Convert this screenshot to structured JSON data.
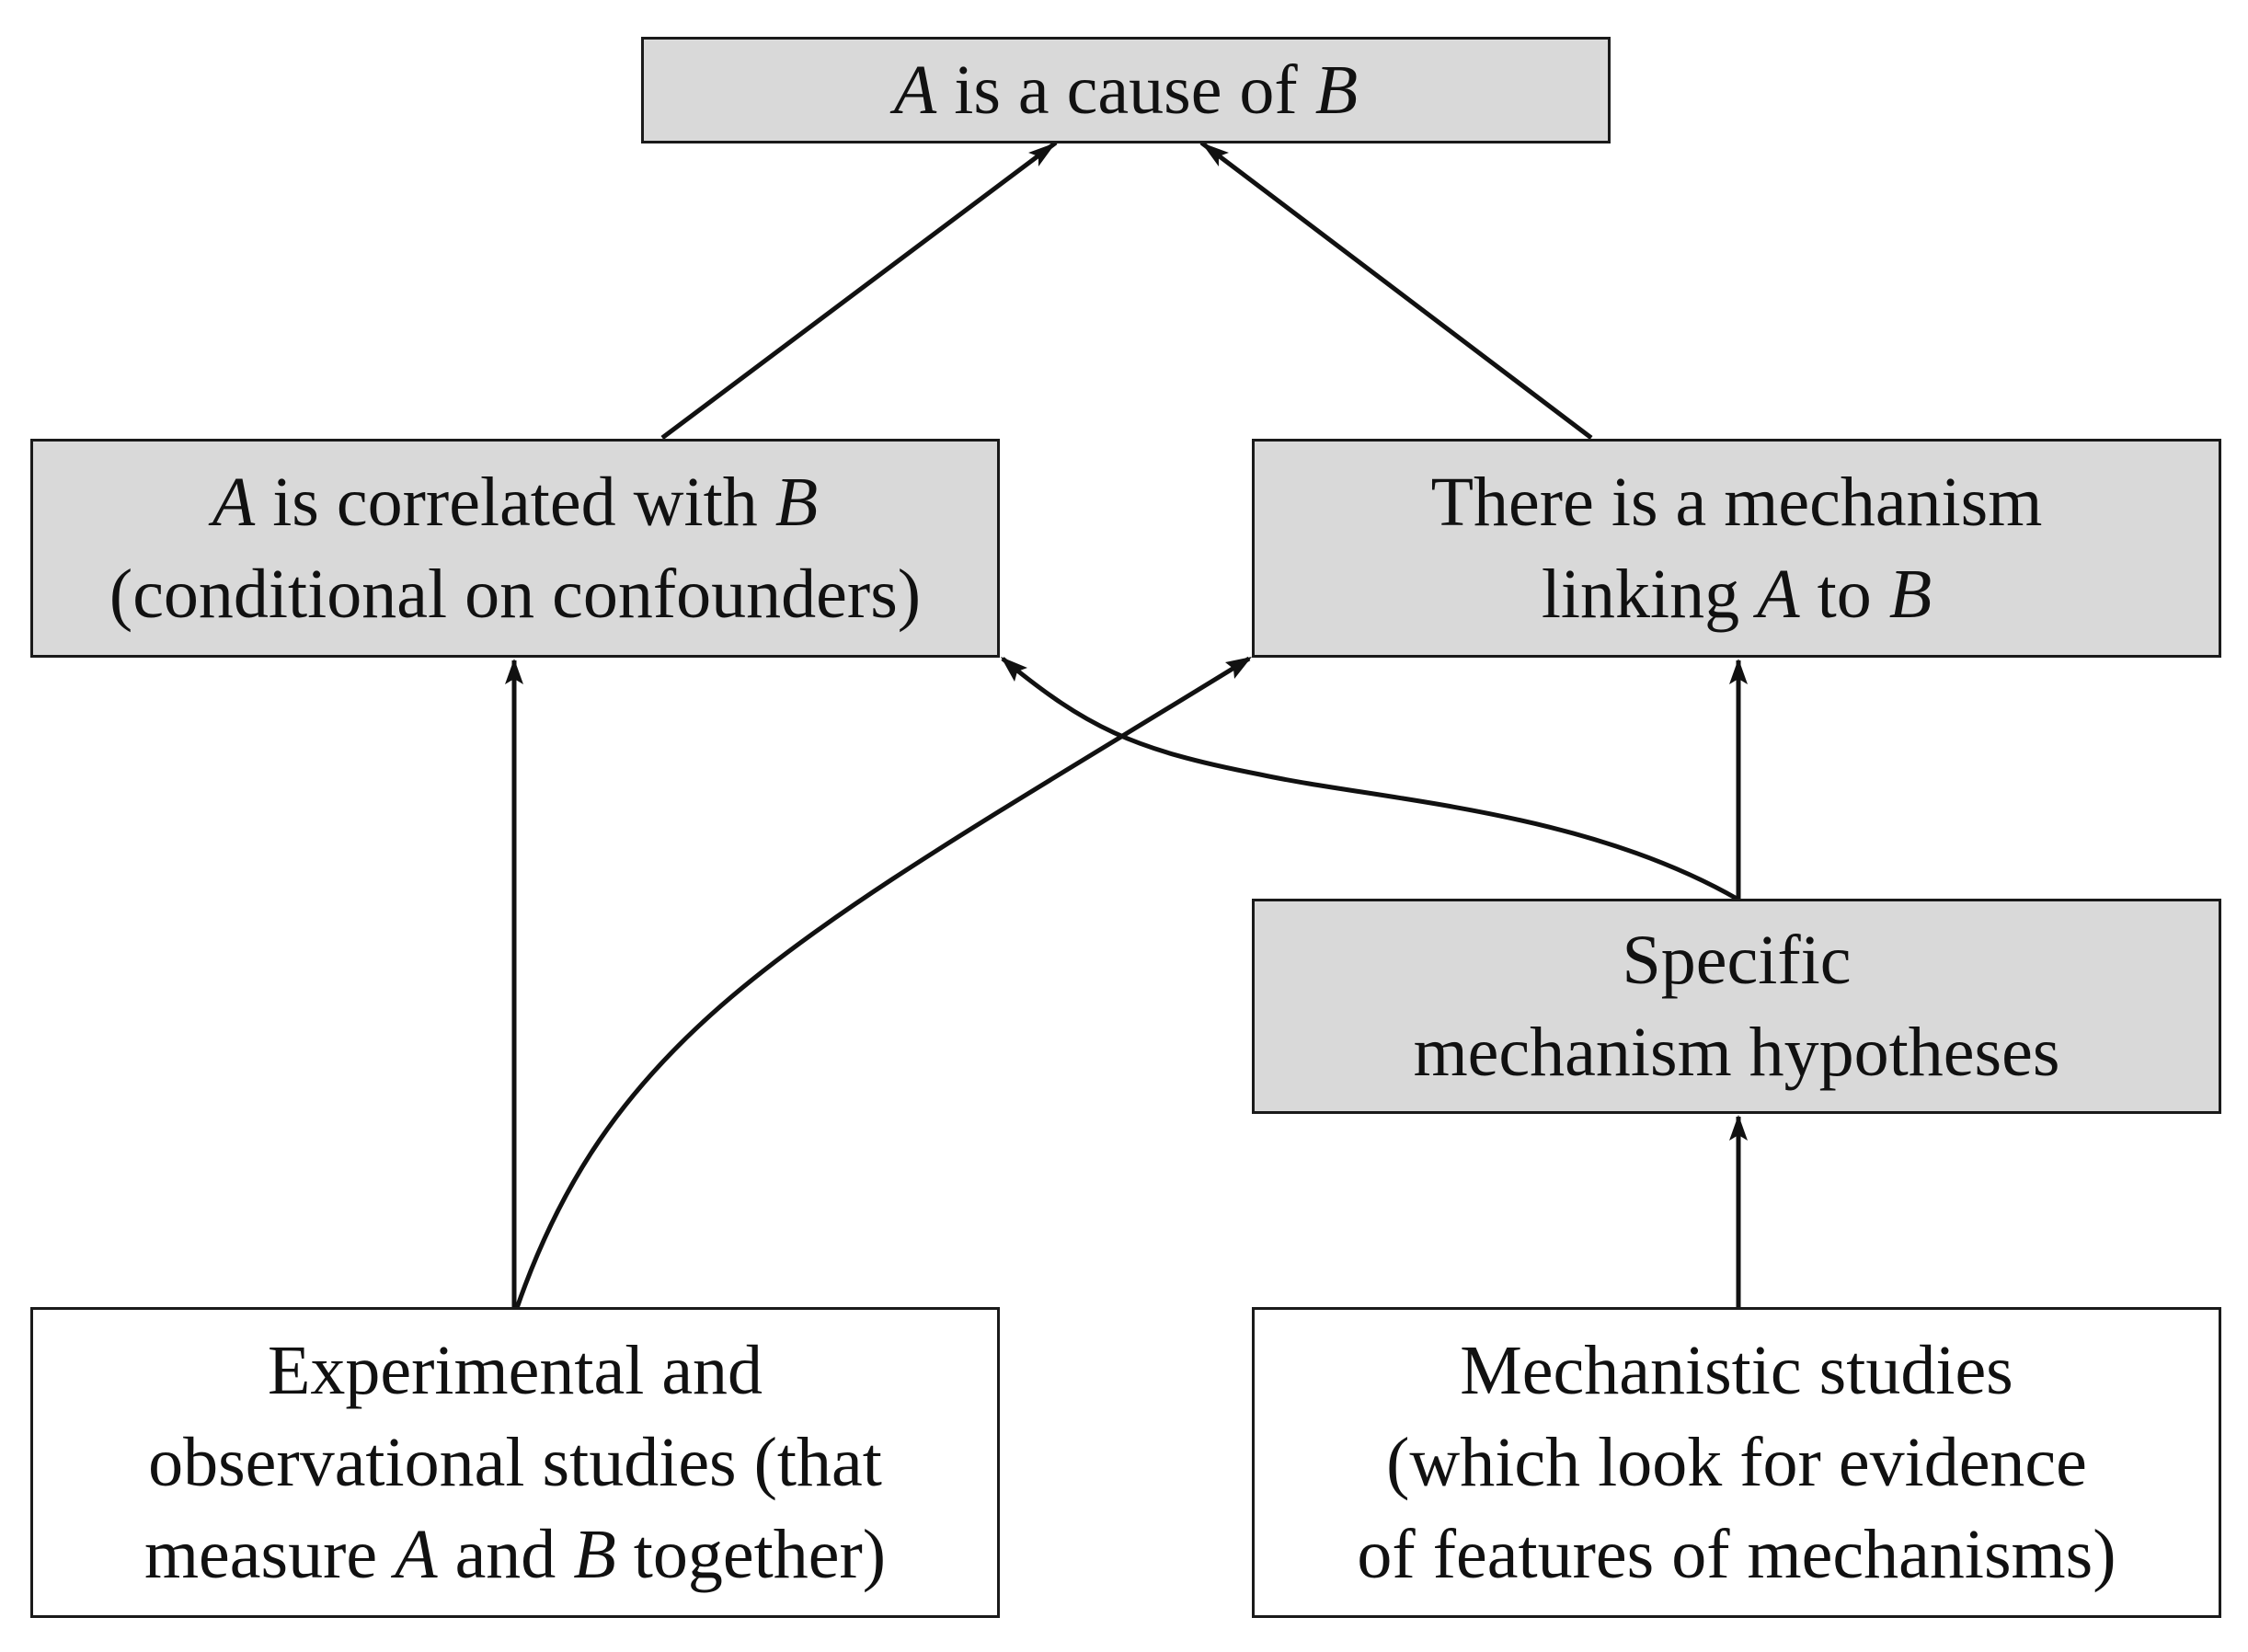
{
  "nodes": {
    "cause": {
      "lines": [
        [
          {
            "t": "A",
            "v": true
          },
          {
            "t": " is a cause of "
          },
          {
            "t": "B",
            "v": true
          }
        ]
      ]
    },
    "correlated": {
      "lines": [
        [
          {
            "t": "A",
            "v": true
          },
          {
            "t": " is correlated with "
          },
          {
            "t": "B",
            "v": true
          }
        ],
        [
          {
            "t": "(conditional on confounders)"
          }
        ]
      ]
    },
    "mechanism": {
      "lines": [
        [
          {
            "t": "There is a mechanism"
          }
        ],
        [
          {
            "t": "linking "
          },
          {
            "t": "A",
            "v": true
          },
          {
            "t": " to "
          },
          {
            "t": "B",
            "v": true
          }
        ]
      ]
    },
    "hypotheses": {
      "lines": [
        [
          {
            "t": "Specific"
          }
        ],
        [
          {
            "t": "mechanism hypotheses"
          }
        ]
      ]
    },
    "experimental": {
      "lines": [
        [
          {
            "t": "Experimental and"
          }
        ],
        [
          {
            "t": "observational studies (that"
          }
        ],
        [
          {
            "t": "measure "
          },
          {
            "t": "A",
            "v": true
          },
          {
            "t": " and "
          },
          {
            "t": "B",
            "v": true
          },
          {
            "t": " together)"
          }
        ]
      ]
    },
    "mechanistic": {
      "lines": [
        [
          {
            "t": "Mechanistic studies"
          }
        ],
        [
          {
            "t": "(which look for evidence"
          }
        ],
        [
          {
            "t": "of features of mechanisms)"
          }
        ]
      ]
    }
  },
  "edges": [
    {
      "from": "correlated",
      "to": "cause"
    },
    {
      "from": "mechanism",
      "to": "cause"
    },
    {
      "from": "experimental",
      "to": "correlated"
    },
    {
      "from": "experimental",
      "to": "mechanism"
    },
    {
      "from": "hypotheses",
      "to": "mechanism"
    },
    {
      "from": "hypotheses",
      "to": "correlated"
    },
    {
      "from": "mechanistic",
      "to": "hypotheses"
    }
  ]
}
